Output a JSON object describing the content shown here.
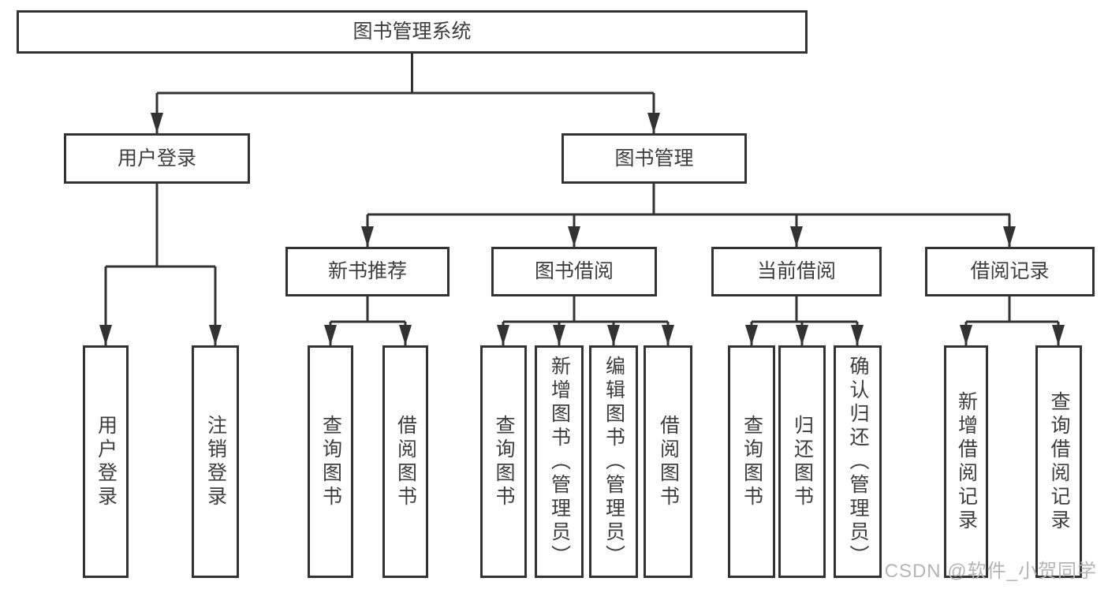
{
  "tree": {
    "label": "图书管理系统",
    "children": [
      {
        "label": "用户登录",
        "children": [
          {
            "label": "用户登录"
          },
          {
            "label": "注销登录"
          }
        ]
      },
      {
        "label": "图书管理",
        "children": [
          {
            "label": "新书推荐",
            "children": [
              {
                "label": "查询图书"
              },
              {
                "label": "借阅图书"
              }
            ]
          },
          {
            "label": "图书借阅",
            "children": [
              {
                "label": "查询图书"
              },
              {
                "label": "新增图书（管理员）"
              },
              {
                "label": "编辑图书（管理员）"
              },
              {
                "label": "借阅图书"
              }
            ]
          },
          {
            "label": "当前借阅",
            "children": [
              {
                "label": "查询图书"
              },
              {
                "label": "归还图书"
              },
              {
                "label": "确认归还（管理员）"
              }
            ]
          },
          {
            "label": "借阅记录",
            "children": [
              {
                "label": "新增借阅记录"
              },
              {
                "label": "查询借阅记录"
              }
            ]
          }
        ]
      }
    ]
  },
  "watermark": {
    "text": "CSDN @软件_小贺同学",
    "color": "#b5b5b5"
  },
  "colors": {
    "line": "#333333",
    "box_border": "#333333",
    "text": "#3d3d3d",
    "background": "#ffffff"
  }
}
